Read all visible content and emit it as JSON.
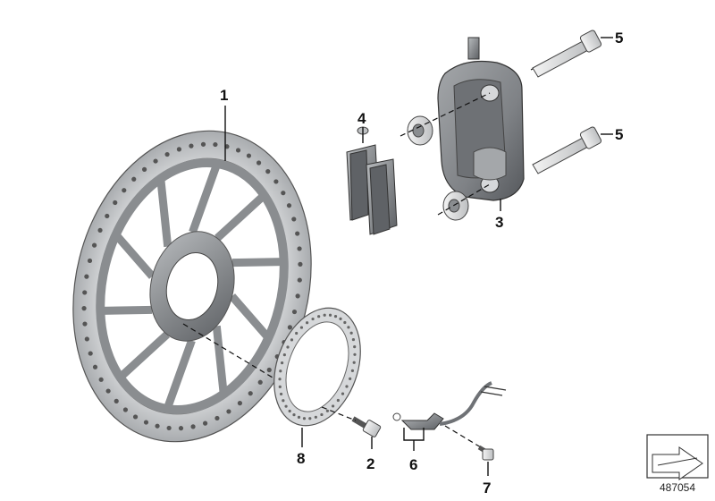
{
  "callouts": {
    "brake_disc": "1",
    "bolt": "2",
    "caliper": "3",
    "brake_pads": "4",
    "caliper_bolt_upper": "5",
    "caliper_bolt_lower": "5",
    "abs_sensor": "6",
    "sensor_screw": "7",
    "abs_ring": "8"
  },
  "document_number": "487054",
  "colors": {
    "disc_outer": "#cfd1d3",
    "disc_carrier": "#8a8d90",
    "caliper": "#7f8286",
    "pad": "#5f6266",
    "line": "#111111"
  }
}
